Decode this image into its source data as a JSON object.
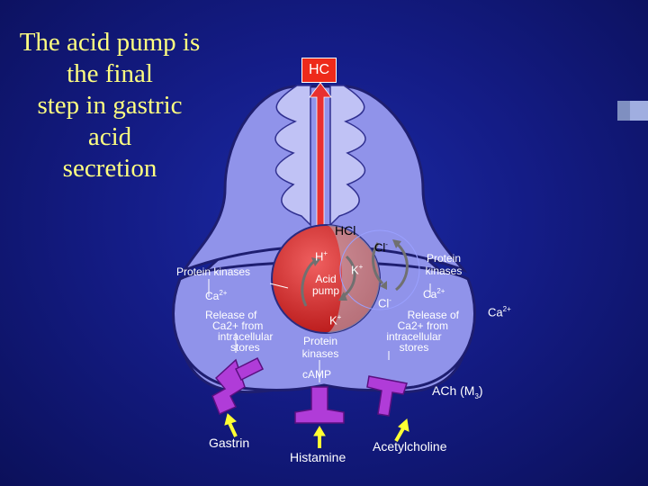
{
  "title": {
    "lines": [
      "The acid pump is",
      "the final",
      "step in gastric",
      "acid",
      "secretion"
    ]
  },
  "colors": {
    "background": "#141c86",
    "title_text": "#ffff80",
    "cell_body": "#9093ea",
    "cell_outline": "#1e1e70",
    "hcl_arrow": "#e83030",
    "receptor": "#b03cd8",
    "ligand_arrow": "#ffff33",
    "hc_box": "#ee2a1a"
  },
  "labels": {
    "hc": "HC",
    "hcl": "HCl",
    "h_plus": "H",
    "h_plus_sup": "+",
    "k_plus_top": "K",
    "k_plus_top_sup": "+",
    "k_plus_bottom": "K",
    "k_plus_bottom_sup": "+",
    "cl_top": "Cl",
    "cl_top_sup": "-",
    "cl_bottom": "Cl",
    "cl_bottom_sup": "-",
    "acid_pump": [
      "Acid",
      "pump"
    ],
    "protein_kinases_left": "Protein kinases",
    "ca_left": "Ca",
    "ca_left_sup": "2+",
    "release_left": [
      "Release of",
      "Ca2+ from",
      "intracellular",
      "stores"
    ],
    "protein_kinases_center": [
      "Protein",
      "kinases"
    ],
    "protein_kinases_right": [
      "Protein",
      "kinases"
    ],
    "ca_right": "Ca",
    "ca_right_sup": "2+",
    "release_right": [
      "Release of",
      "Ca2+ from",
      "intracellular",
      "stores"
    ],
    "ca_outside": "Ca",
    "ca_outside_sup": "2+",
    "camp": "cAMP",
    "ach": "ACh (M",
    "ach_sub": "3",
    "ach_close": ")",
    "gastrin": "Gastrin",
    "histamine": "Histamine",
    "acetylcholine": "Acetylcholine"
  }
}
